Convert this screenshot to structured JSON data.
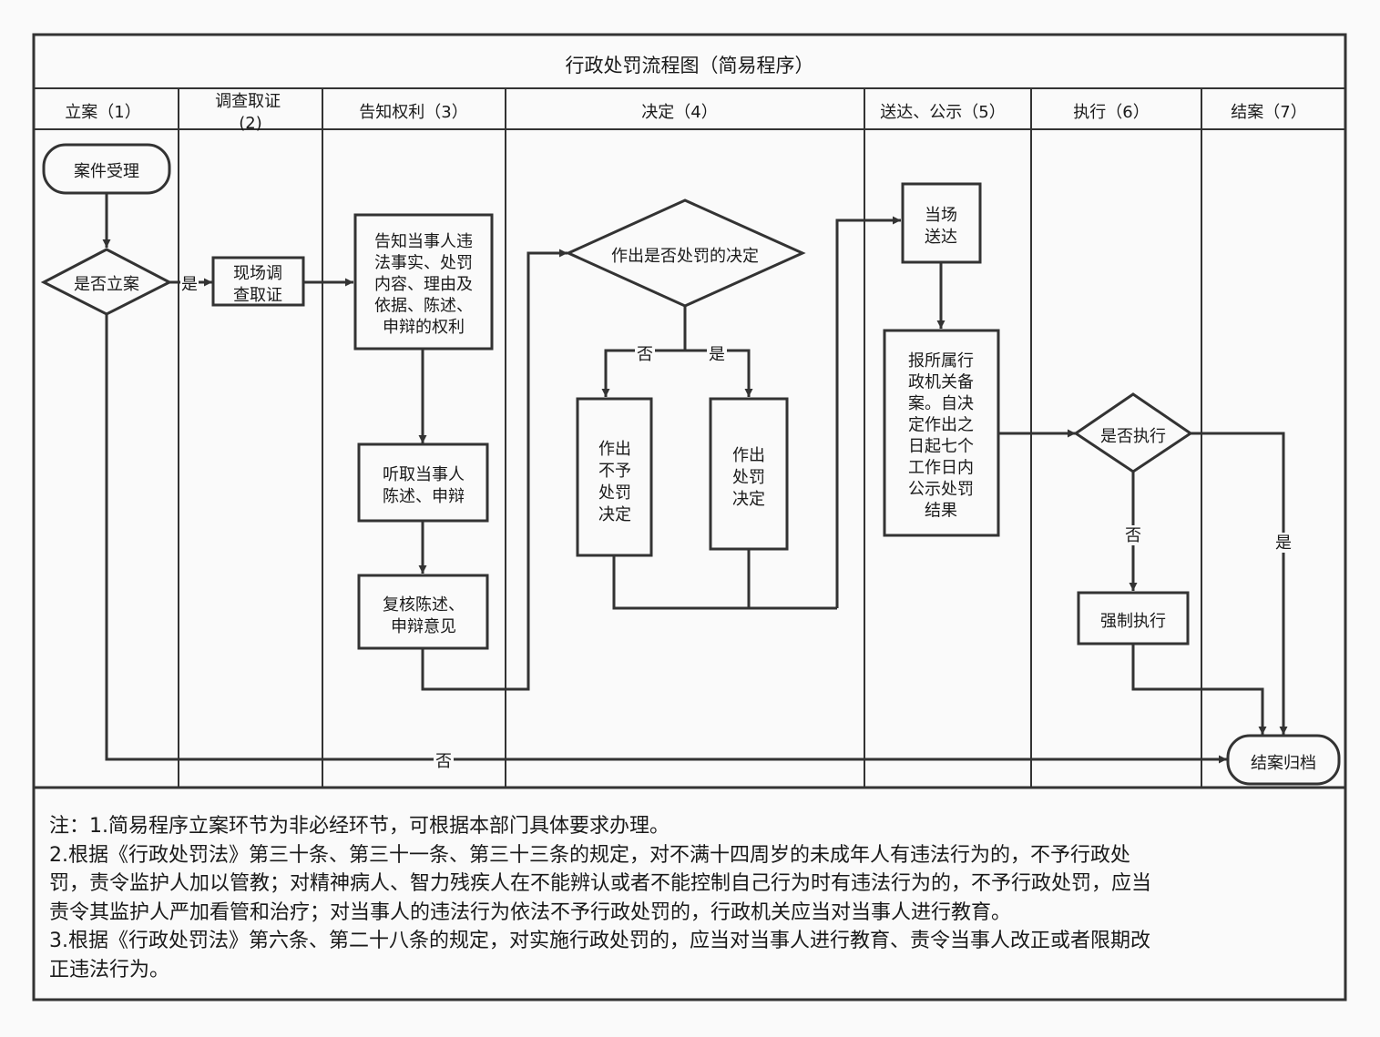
{
  "title": "行政处罚流程图（简易程序）",
  "lanes": [
    "立案（1）",
    "调查取证（2）",
    "告知权利（3）",
    "决定（4）",
    "送达、公示（5）",
    "执行（6）",
    "结案（7）"
  ],
  "nodes": {
    "accept": "案件受理",
    "decide_register": "是否立案",
    "onsite_investigation": [
      "现场调",
      "查取证"
    ],
    "inform_rights": [
      "告知当事人违",
      "法事实、处罚",
      "内容、理由及",
      "依据、陈述、",
      "申辩的权利"
    ],
    "hear_statement": [
      "听取当事人",
      "陈述、申辩"
    ],
    "review_statement": [
      "复核陈述、",
      "申辩意见"
    ],
    "decide_penalty": "作出是否处罚的决定",
    "no_penalty": [
      "作出",
      "不予",
      "处罚",
      "决定"
    ],
    "penalty": [
      "作出",
      "处罚",
      "决定"
    ],
    "onsite_delivery": [
      "当场",
      "送达"
    ],
    "report_filing": [
      "报所属行",
      "政机关备",
      "案。自决",
      "定作出之",
      "日起七个",
      "工作日内",
      "公示处罚",
      "结果"
    ],
    "decide_execute": "是否执行",
    "forced_execution": "强制执行",
    "close_archive": "结案归档"
  },
  "edge_labels": {
    "register_yes": "是",
    "register_no": "否",
    "penalty_no": "否",
    "penalty_yes": "是",
    "execute_no": "否",
    "execute_yes": "是"
  },
  "notes": [
    "注：1.简易程序立案环节为非必经环节，可根据本部门具体要求办理。",
    "2.根据《行政处罚法》第三十条、第三十一条、第三十三条的规定，对不满十四周岁的未成年人有违法行为的，不予行政处",
    "罚，责令监护人加以管教；对精神病人、智力残疾人在不能辨认或者不能控制自己行为时有违法行为的，不予行政处罚，应当",
    "责令其监护人严加看管和治疗；对当事人的违法行为依法不予行政处罚的，行政机关应当对当事人进行教育。",
    "3.根据《行政处罚法》第六条、第二十八条的规定，对实施行政处罚的，应当对当事人进行教育、责令当事人改正或者限期改",
    "正违法行为。"
  ]
}
